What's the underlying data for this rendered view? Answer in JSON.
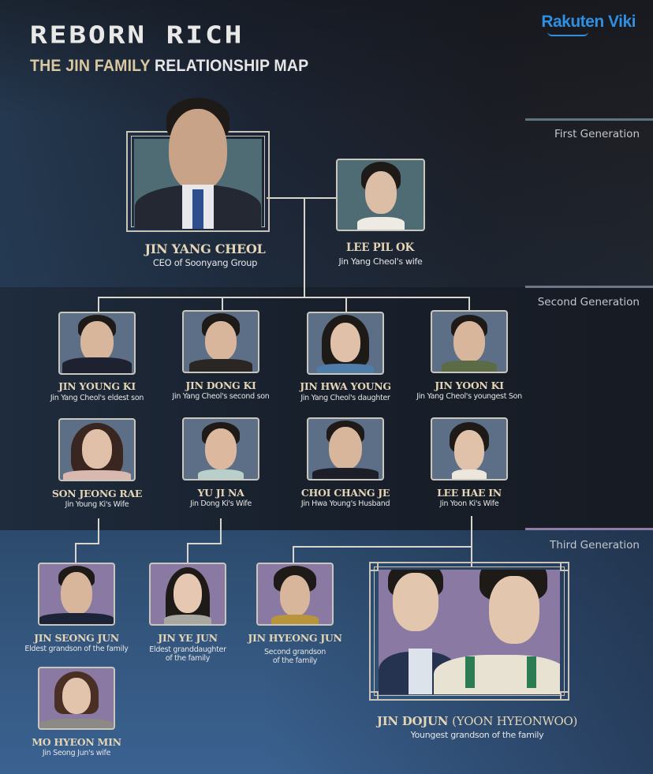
{
  "header": {
    "show_title": "REBORN RICH",
    "subtitle_highlight": "THE JIN FAMILY",
    "subtitle_rest": "RELATIONSHIP MAP",
    "brand": "Rakuten Viki"
  },
  "generations": [
    {
      "label": "First Generation"
    },
    {
      "label": "Second Generation"
    },
    {
      "label": "Third Generation"
    }
  ],
  "colors": {
    "name_gold": "#e3d5b6",
    "brand_blue": "#2f8fe0",
    "line": "#d7d5cc",
    "gen1_rule": "#5f7480",
    "gen2_rule": "#6c7888",
    "gen3_rule": "#8e7ea6"
  },
  "first_generation": [
    {
      "name": "JIN YANG CHEOL",
      "role": "CEO of Soonyang Group"
    },
    {
      "name": "LEE PIL OK",
      "role": "Jin Yang Cheol's wife"
    }
  ],
  "second_generation": {
    "children": [
      {
        "name": "JIN YOUNG KI",
        "role": "Jin Yang Cheol's eldest son"
      },
      {
        "name": "JIN DONG KI",
        "role": "Jin Yang Cheol's second son"
      },
      {
        "name": "JIN HWA YOUNG",
        "role": "Jin Yang Cheol's daughter"
      },
      {
        "name": "JIN YOON KI",
        "role": "Jin Yang Cheol's youngest Son"
      }
    ],
    "spouses": [
      {
        "name": "SON JEONG RAE",
        "role": "Jin Young Ki's Wife"
      },
      {
        "name": "YU JI NA",
        "role": "Jin Dong Ki's Wife"
      },
      {
        "name": "CHOI CHANG JE",
        "role": "Jin Hwa Young's Husband"
      },
      {
        "name": "LEE HAE IN",
        "role": "Jin Yoon Ki's Wife"
      }
    ]
  },
  "third_generation": {
    "members": [
      {
        "name": "JIN SEONG JUN",
        "role": "Eldest grandson of the family"
      },
      {
        "name": "JIN YE JUN",
        "role_line1": "Eldest granddaughter",
        "role_line2": "of the family"
      },
      {
        "name": "JIN HYEONG JUN",
        "role_line1": "Second grandson",
        "role_line2": "of the family"
      }
    ],
    "spouse": {
      "name": "MO HYEON MIN",
      "role": "Jin Seong Jun's wife"
    },
    "protagonist": {
      "name": "JIN DOJUN",
      "alias": "(YOON HYEONWOO)",
      "role": "Youngest grandson of the family"
    }
  }
}
